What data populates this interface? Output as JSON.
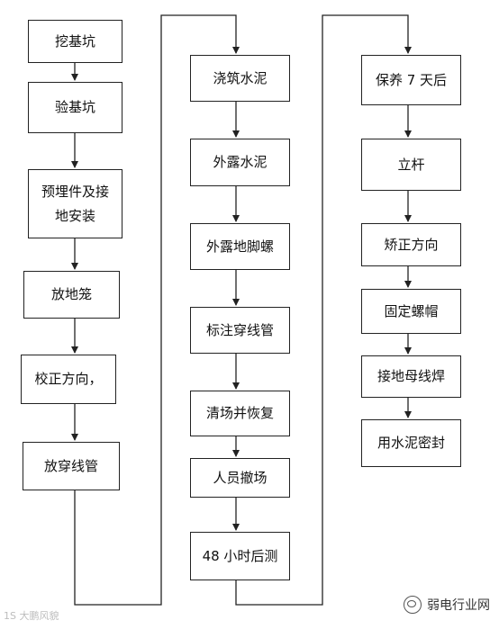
{
  "diagram": {
    "column1": [
      "挖基坑",
      "验基坑",
      "预埋件及接地安装",
      "放地笼",
      "校正方向，",
      "放穿线管"
    ],
    "column2": [
      "浇筑水泥",
      "外露水泥",
      "外露地脚螺",
      "标注穿线管",
      "清场并恢复",
      "人员撤场",
      "48 小时后测"
    ],
    "column3": [
      "保养 7 天后",
      "立杆",
      "矫正方向",
      "固定螺帽",
      "接地母线焊",
      "用水泥密封"
    ]
  },
  "watermarks": {
    "left": "1S 大鹏风貌",
    "right": "弱电行业网"
  }
}
